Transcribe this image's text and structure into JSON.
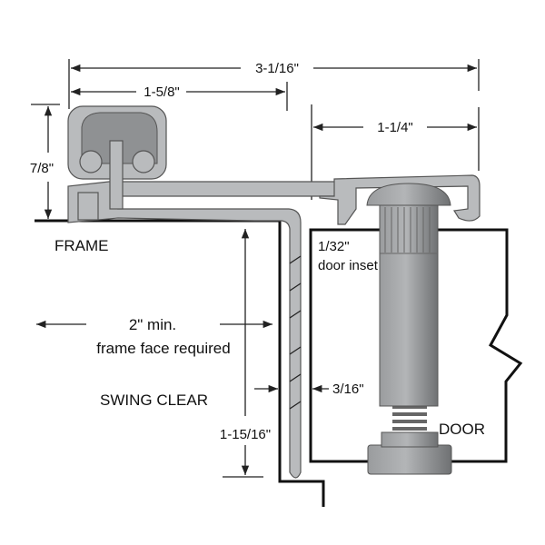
{
  "dimensions": {
    "overall_width": "3-1/16\"",
    "leaf_width": "1-5/8\"",
    "door_leaf_width": "1-1/4\"",
    "height": "7/8\"",
    "frame_face_depth": "1-15/16\"",
    "clearance": "3/16\""
  },
  "labels": {
    "frame": "FRAME",
    "min_face_value": "2\"  min.",
    "min_face_text": "frame face required",
    "swing_clear": "SWING CLEAR",
    "door_inset_value": "1/32\"",
    "door_inset_text": "door inset",
    "door": "DOOR"
  },
  "colors": {
    "metal": "#b9bbbd",
    "outline": "#111111"
  }
}
